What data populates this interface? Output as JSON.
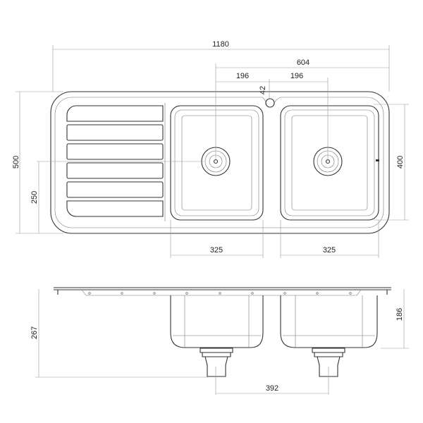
{
  "dimensions": {
    "overall_width": "1180",
    "bowls_span": "604",
    "bowl_centre_left": "196",
    "bowl_centre_right": "196",
    "tap_hole_offset": "42",
    "overall_depth": "500",
    "waste_offset": "250",
    "bowl_length": "400",
    "bowl_width_left": "325",
    "bowl_width_right": "325",
    "overall_height": "267",
    "bowl_depth": "186",
    "waste_spacing": "392"
  },
  "drainer_grooves": 6,
  "bowls": 2
}
